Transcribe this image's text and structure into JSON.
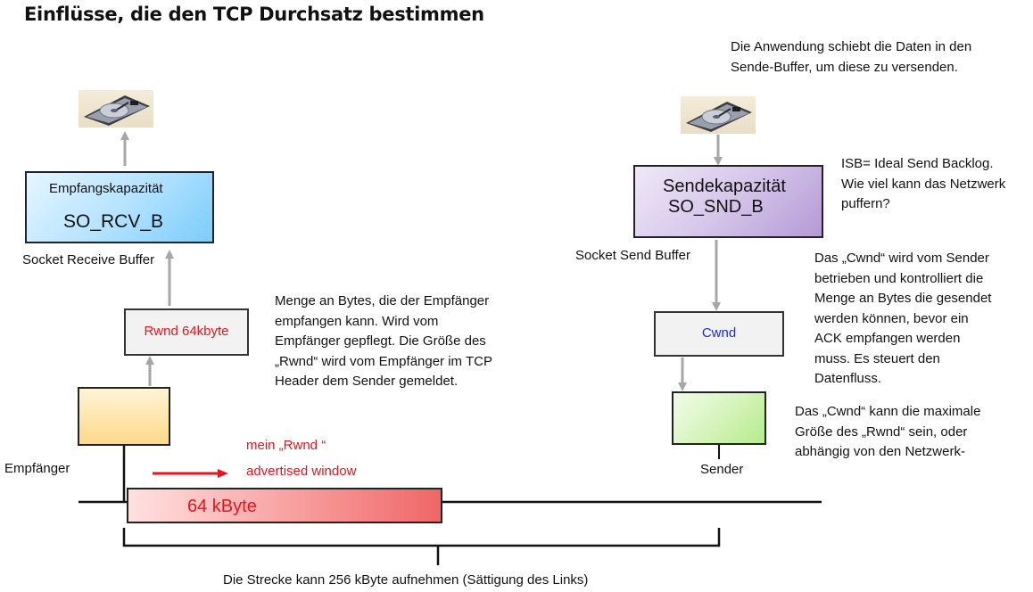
{
  "title": "Einflüsse, die den TCP Durchsatz bestimmen",
  "receiver": {
    "capacity_label": "Empfangskapazität",
    "buffer_name": "SO_RCV_B",
    "buffer_caption": "Socket Receive Buffer",
    "rwnd_label": "Rwnd 64kbyte",
    "host_label": "Empfänger",
    "rwnd_note_lines": [
      "Menge an Bytes, die der Empfänger",
      "empfangen kann. Wird vom",
      "Empfänger gepflegt. Die Größe des",
      "„Rwnd“ wird vom Empfänger im TCP",
      "Header dem Sender gemeldet."
    ]
  },
  "sender": {
    "capacity_label": "Sendekapazität",
    "buffer_name": "SO_SND_B",
    "buffer_caption": "Socket Send Buffer",
    "cwnd_label": "Cwnd",
    "host_label": "Sender",
    "app_note_lines": [
      "Die Anwendung  schiebt die Daten in den",
      "Sende-Buffer,  um diese zu versenden."
    ],
    "isb_note_lines": [
      "ISB= Ideal Send Backlog.",
      "Wie viel kann das Netzwerk",
      "puffern?"
    ],
    "cwnd_note_lines": [
      "Das „Cwnd“ wird vom Sender",
      "betrieben und kontrolliert die",
      "Menge an Bytes die gesendet",
      "werden können, bevor ein",
      "ACK empfangen werden",
      "muss. Es steuert den",
      "Datenfluss."
    ],
    "cwnd_max_note_lines": [
      "Das „Cwnd“ kann die maximale",
      "Größe des „Rwnd“ sein, oder",
      "abhängig von den Netzwerk-"
    ]
  },
  "window": {
    "my_rwnd_label": "mein „Rwnd “",
    "advertised_label": "advertised window",
    "size_label": "64 kByte"
  },
  "link": {
    "capacity_note": "Die Strecke kann 256 kByte aufnehmen  (Sättigung des Links)"
  },
  "colors": {
    "accent_red": "#e8141b",
    "cwnd_blue": "#1f2ad8",
    "arrow_gray": "#a6a6a6"
  }
}
